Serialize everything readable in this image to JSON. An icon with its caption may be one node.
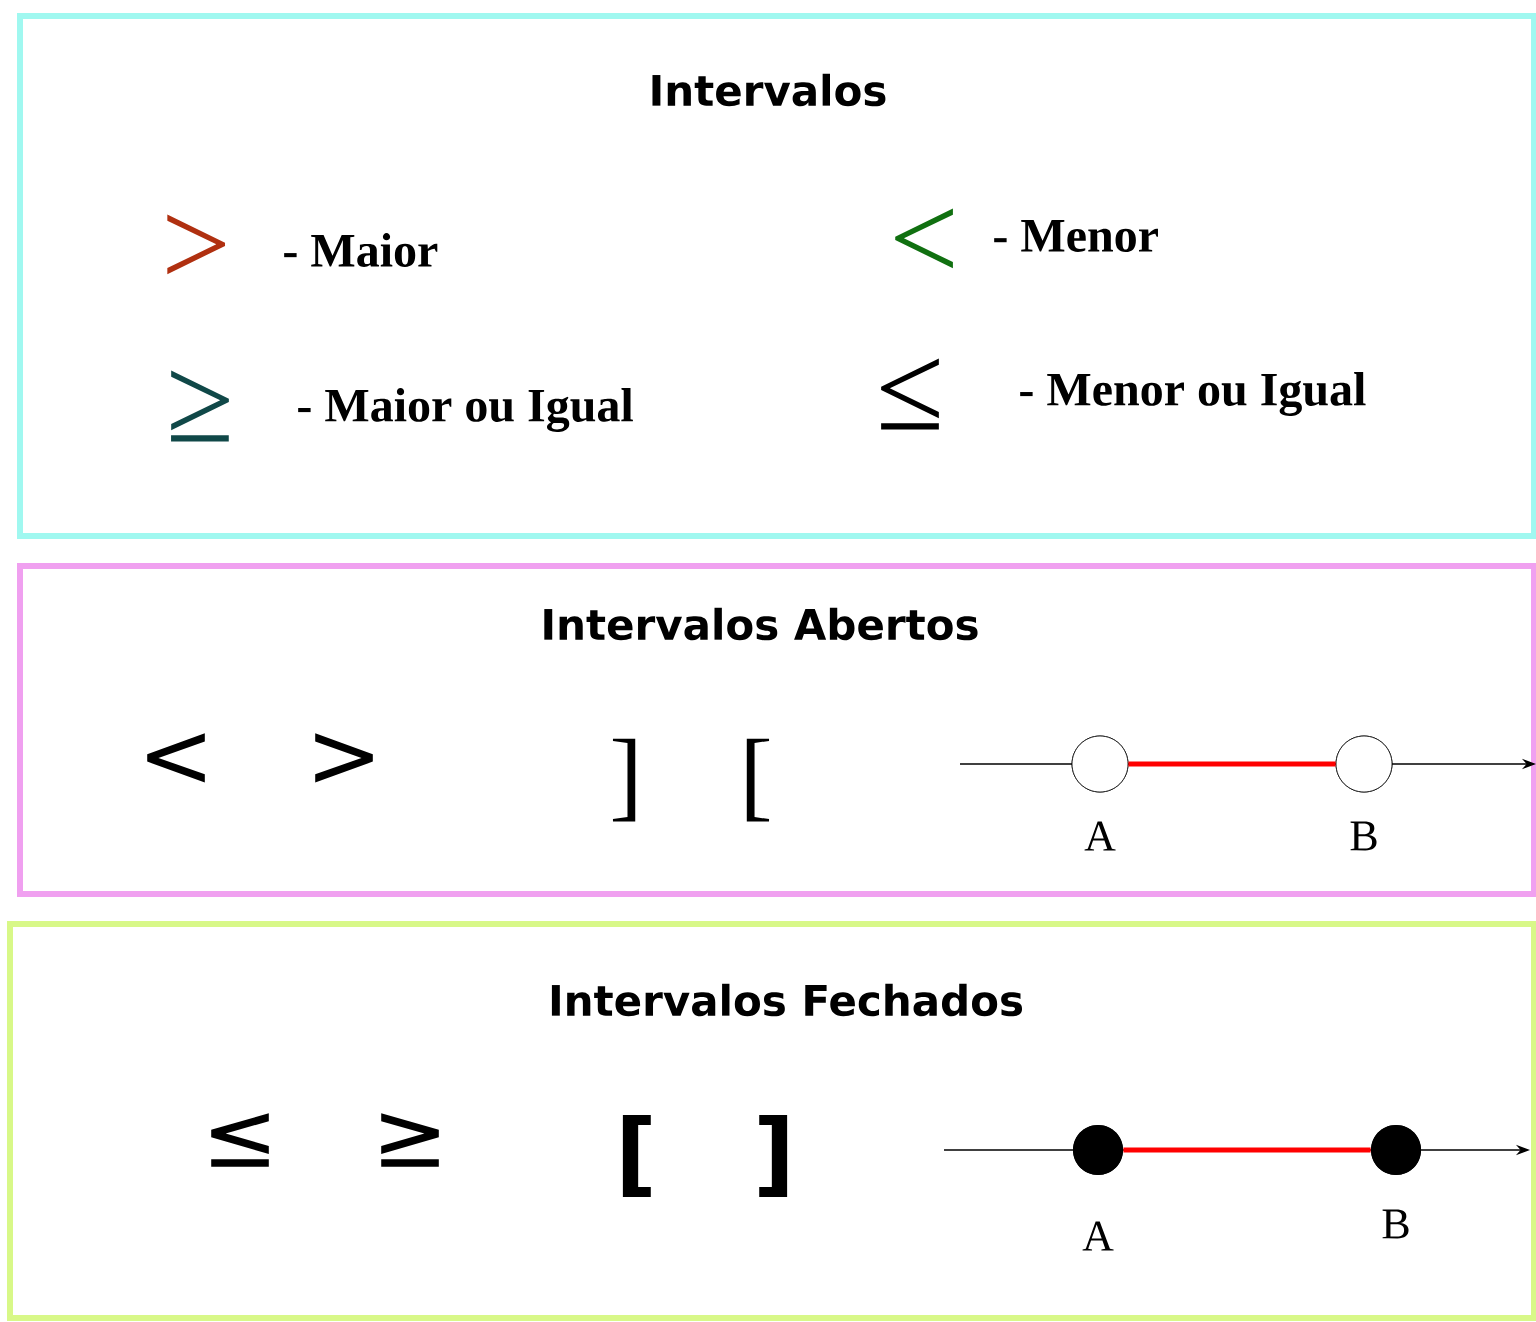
{
  "diagram": {
    "nodes": [
      {
        "text": [
          "Intervalos"
        ]
      },
      {
        "text": [
          "Intervalos Abertos"
        ]
      },
      {
        "text": [],
        "shape": "circle",
        "in": 1,
        "beside": [
          "A"
        ]
      },
      {
        "text": [],
        "shape": "circle",
        "in": 1,
        "beside": [
          "B"
        ]
      },
      {
        "text": [
          "Intervalos Fechados"
        ]
      },
      {
        "text": [],
        "shape": "dot",
        "in": 4,
        "beside": [
          "A"
        ]
      },
      {
        "text": [],
        "shape": "dot",
        "in": 4,
        "beside": [
          "B"
        ]
      }
    ],
    "edges": [
      {
        "from": 2,
        "to": 3,
        "arrow": "none"
      },
      {
        "from": 5,
        "to": 6,
        "arrow": "none"
      }
    ],
    "labels": [
      ">",
      "- Maior",
      "<",
      "- Menor",
      "≥",
      "- Maior ou Igual",
      "≤",
      "- Menor ou Igual",
      "<",
      ">",
      "]",
      "[",
      "≤",
      "≥",
      "[",
      "]"
    ]
  }
}
